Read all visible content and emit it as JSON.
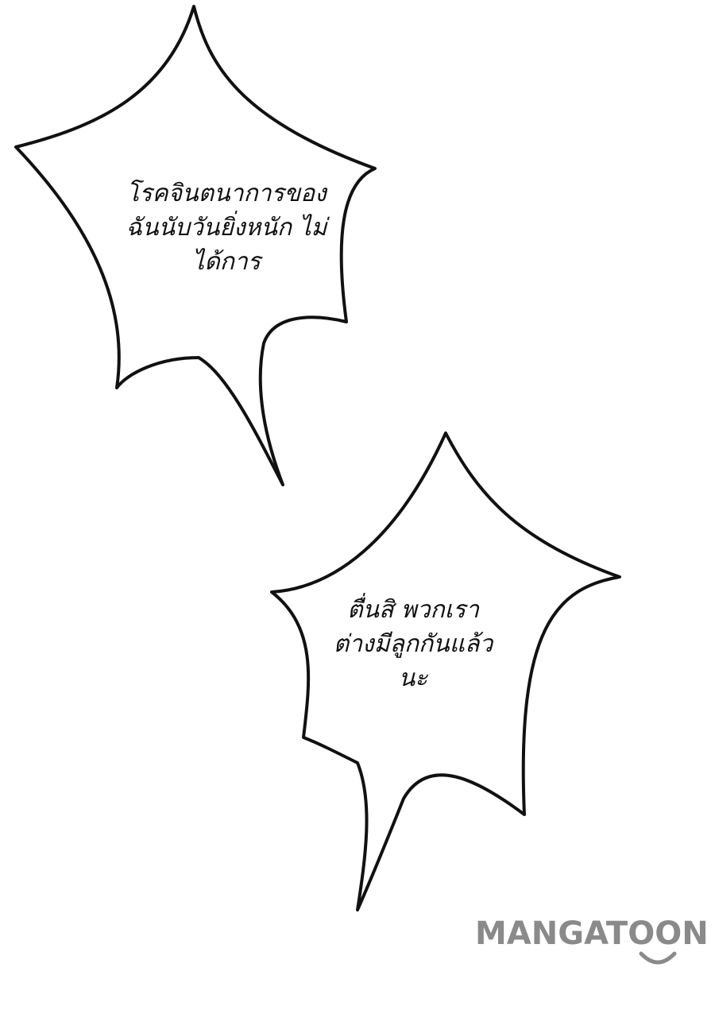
{
  "bubbles": [
    {
      "lines": [
        "โรคจินตนาการของ",
        "ฉันนับวันยิ่งหนัก ไม่",
        "ได้การ"
      ]
    },
    {
      "lines": [
        "ตื่นสิ พวกเรา",
        "ต่างมีลูกกันแล้ว",
        "นะ"
      ]
    }
  ],
  "watermark": {
    "text": "MANGATOON",
    "color": "#8a8a8a"
  }
}
